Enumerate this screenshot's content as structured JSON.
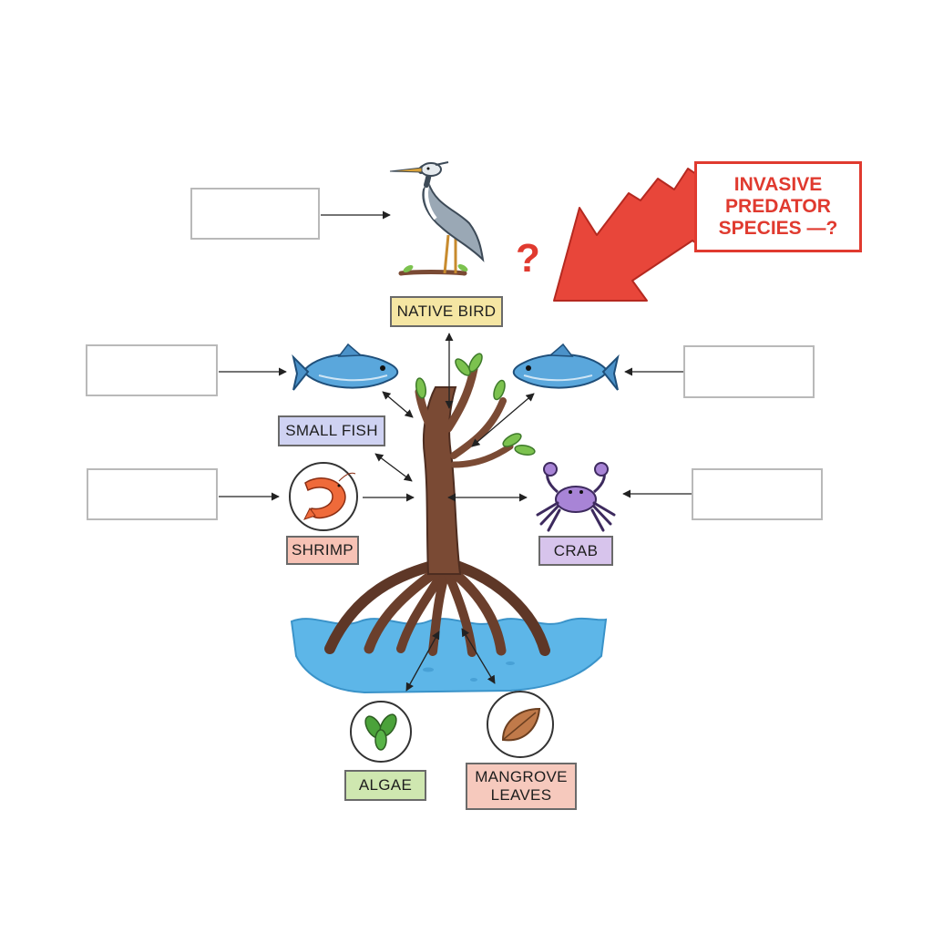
{
  "diagram": {
    "labels": {
      "native_bird": "NATIVE BIRD",
      "small_fish": "SMALL FISH",
      "shrimp": "SHRIMP",
      "crab": "CRAB",
      "algae": "ALGAE",
      "mangrove_leaves": "MANGROVE\nLEAVES"
    },
    "callout": {
      "text": "INVASIVE\nPREDATOR\nSPECIES —?",
      "question_mark": "?"
    },
    "colors": {
      "native_bird_bg": "#f5e6a3",
      "small_fish_bg": "#cfd2f2",
      "shrimp_bg": "#f7c2b5",
      "crab_bg": "#d7c4ec",
      "algae_bg": "#cfe7b0",
      "mangrove_leaves_bg": "#f6c9bd",
      "callout_red": "#e03a2f",
      "water": "#5db6e8",
      "trunk": "#7a4a34"
    },
    "icons": [
      "heron-icon",
      "fish-icon",
      "shrimp-icon",
      "crab-icon",
      "algae-leaf-icon",
      "mangrove-leaf-icon",
      "mangrove-tree-icon",
      "red-arrow-icon"
    ]
  }
}
